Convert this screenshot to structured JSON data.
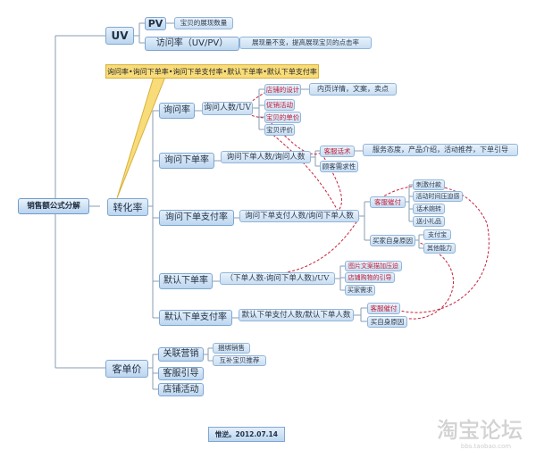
{
  "root": "销售额公式分解",
  "uv": {
    "label": "UV",
    "pv": "PV",
    "pv_desc": "宝贝的展现数量",
    "rate": "访问率（UV/PV）",
    "rate_desc": "展现量不变，提高展现宝贝的点击率"
  },
  "callout": "询问率•询问下单率•询问下单支付率•默认下单率•默认下单支付率",
  "conv": {
    "label": "转化率",
    "inquiry": {
      "label": "询问率",
      "formula": "询问人数/UV",
      "items": [
        "店铺的设计",
        "促销活动",
        "宝贝的单价",
        "宝贝评价"
      ],
      "detail": "内页详情，文案，卖点"
    },
    "inq_order": {
      "label": "询问下单率",
      "formula": "询问下单人数/询问人数",
      "cs": "客服话术",
      "cs_desc": "服务态度，产品介绍，活动推荐，下单引导",
      "buyer": "顾客需求性"
    },
    "inq_pay": {
      "label": "询问下单支付率",
      "formula": "询问下单支付人数/询问下单人数",
      "cs": "客服催付",
      "cs_items": [
        "刺激付款",
        "活动时间压迫感",
        "话术婉转",
        "送小礼品"
      ],
      "buyer": "买家自身原因",
      "buyer_items": [
        "支付宝",
        "其他能力"
      ]
    },
    "def_order": {
      "label": "默认下单率",
      "formula": "（下单人数-询问下单人数)/UV",
      "items": [
        "图片文案描加压迫",
        "店铺购物的引导",
        "买家需求"
      ]
    },
    "def_pay": {
      "label": "默认下单支付率",
      "formula": "默认下单支付人数/默认下单人数",
      "cs": "客服催付",
      "buyer": "买自身原因"
    }
  },
  "unit": {
    "label": "客单价",
    "assoc": "关联营销",
    "assoc_items": [
      "捆绑销售",
      "互补宝贝推荐"
    ],
    "cs": "客服引导",
    "shop": "店铺活动"
  },
  "author": "惟逆。2012.07.14",
  "watermark": {
    "top": "淘宝论坛",
    "bottom": "bbs.taobao.com"
  }
}
